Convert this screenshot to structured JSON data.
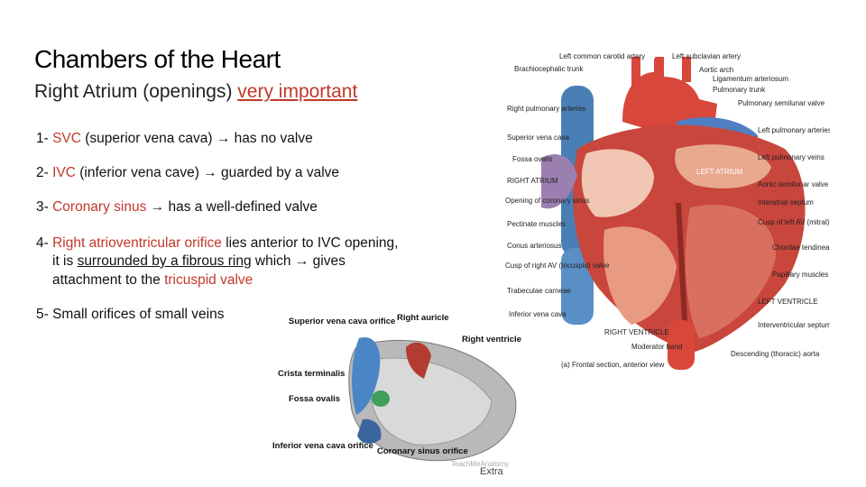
{
  "title": "Chambers of the Heart",
  "subtitle": {
    "prefix": "Right Atrium (openings) ",
    "emphasis": "very important"
  },
  "points": [
    {
      "num": "1- ",
      "term": "SVC",
      "rest": " (superior vena cava) ",
      "arrow": "→",
      "tail": " has no valve"
    },
    {
      "num": "2- ",
      "term": "IVC",
      "rest": " (inferior vena cave) ",
      "arrow": "→",
      "tail": " guarded by a valve"
    },
    {
      "num": "3- ",
      "term": "Coronary sinus",
      "rest": " ",
      "arrow": "→",
      "tail": " has a well-defined valve"
    }
  ],
  "point4": {
    "num": "4- ",
    "term": "Right atrioventricular orifice",
    "rest1": " lies anterior to IVC opening,",
    "line2_a": "it is ",
    "line2_u": "surrounded by a fibrous ring",
    "line2_b": " which ",
    "arrow": "→",
    "line2_c": " gives",
    "line3_a": "attachment to  the ",
    "line3_red": "tricuspid valve"
  },
  "point5": "5-  Small orifices of small veins",
  "extra": "Extra",
  "heart_figure": {
    "labels_left": [
      "Brachiocephalic trunk",
      "Right pulmonary arteries",
      "Superior vena cava",
      "Fossa ovalis",
      "RIGHT ATRIUM",
      "Opening of coronary sinus",
      "Pectinate muscles",
      "Conus arteriosus",
      "Cusp of right AV (tricuspid) valve",
      "Trabeculae carneae",
      "Inferior vena cava"
    ],
    "labels_top": [
      "Left common carotid artery",
      "Left subclavian artery",
      "Aortic arch",
      "Ligamentum arteriosum",
      "Pulmonary trunk"
    ],
    "labels_right": [
      "Pulmonary semilunar valve",
      "Left pulmonary arteries",
      "Left pulmonary veins",
      "Aortic semilunar valve",
      "Interatrial septum",
      "Cusp of left AV (mitral) valve",
      "Chordae tendineae",
      "Papillary muscles",
      "LEFT VENTRICLE",
      "Interventricular septum",
      "Descending (thoracic) aorta"
    ],
    "labels_bottom": [
      "RIGHT VENTRICLE",
      "Moderator band",
      "(a) Frontal section, anterior view"
    ],
    "label_left_atrium": "LEFT ATRIUM",
    "colors": {
      "muscle": "#c9463d",
      "vein": "#4a7fb5",
      "artery": "#d9473a",
      "pale": "#f1c7b3"
    }
  },
  "atrium_figure": {
    "labels": [
      "Superior vena cava orifice",
      "Right auricle",
      "Right ventricle",
      "Crista terminalis",
      "Fossa ovalis",
      "Inferior vena cava orifice",
      "Coronary sinus orifice"
    ],
    "watermark": "TeachMeAnatomy"
  }
}
